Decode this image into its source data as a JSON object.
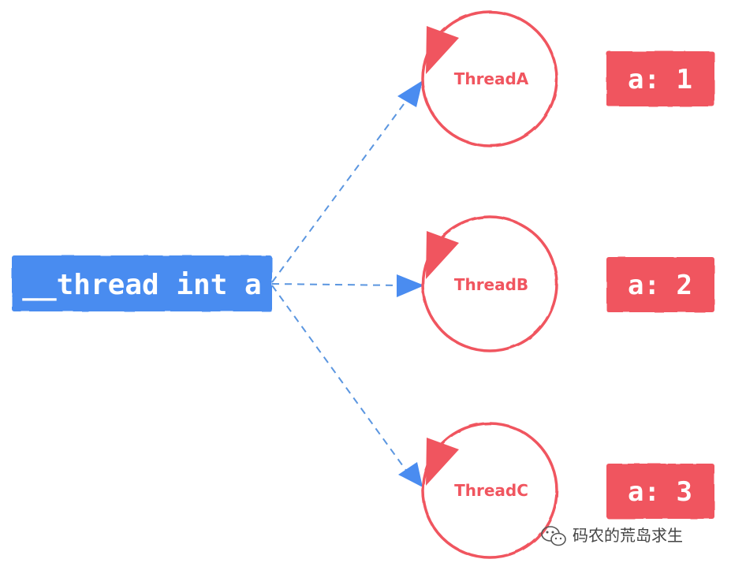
{
  "variable": {
    "label": "__thread int a"
  },
  "threads": [
    {
      "name": "ThreadA",
      "value_label": "a: 1"
    },
    {
      "name": "ThreadB",
      "value_label": "a: 2"
    },
    {
      "name": "ThreadC",
      "value_label": "a: 3"
    }
  ],
  "watermark": {
    "text": "码农的荒岛求生",
    "icon": "wechat-icon"
  },
  "colors": {
    "variable_box": "#4a8cf0",
    "thread": "#f0555f",
    "value_box": "#f0555f",
    "arrow": "#4a8cf0",
    "dashed_line": "#5b96e0"
  }
}
